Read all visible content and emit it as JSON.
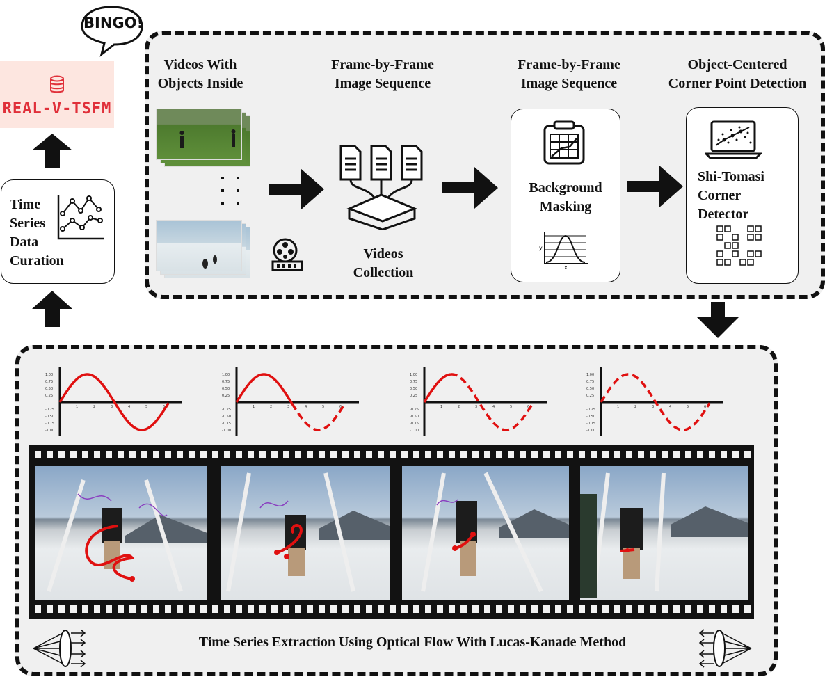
{
  "bingo": "BINGO!",
  "brand": {
    "label": "REAL-V-TSFM",
    "color": "#e0303a"
  },
  "curation": {
    "label_lines": [
      "Time",
      "Series",
      "Data",
      "Curation"
    ]
  },
  "pipeline": {
    "steps": [
      {
        "title_lines": [
          "Videos With",
          "Objects Inside"
        ]
      },
      {
        "title_lines": [
          "Frame-by-Frame",
          "Image Sequence"
        ],
        "caption_lines": [
          "Videos",
          "Collection"
        ]
      },
      {
        "title_lines": [
          "Frame-by-Frame",
          "Image Sequence"
        ],
        "box_lines": [
          "Background",
          "Masking"
        ]
      },
      {
        "title_lines": [
          "Object-Centered",
          "Corner Point Detection"
        ],
        "box_lines": [
          "Shi-Tomasi",
          "Corner",
          "Detector"
        ]
      }
    ],
    "ellipsis": ":  :"
  },
  "extraction": {
    "caption": "Time Series Extraction Using Optical Flow With Lucas-Kanade Method",
    "accent_color": "#e01010"
  },
  "chart_data": [
    {
      "type": "line",
      "x_ticks": [
        "1",
        "2",
        "3",
        "4",
        "5",
        "6"
      ],
      "y_ticks": [
        "1.00",
        "0.75",
        "0.50",
        "0.25",
        "-0.25",
        "-0.50",
        "-0.75",
        "-1.00"
      ],
      "series": [
        {
          "values_solid_until": 6.28
        }
      ]
    },
    {
      "type": "line",
      "x_ticks": [
        "1",
        "2",
        "3",
        "4",
        "5",
        "6"
      ],
      "y_ticks": [
        "1.00",
        "0.75",
        "0.50",
        "0.25",
        "-0.25",
        "-0.50",
        "-0.75",
        "-1.00"
      ],
      "series": [
        {
          "values_solid_until": 3.2
        }
      ]
    },
    {
      "type": "line",
      "x_ticks": [
        "1",
        "2",
        "3",
        "4",
        "5",
        "6"
      ],
      "y_ticks": [
        "1.00",
        "0.75",
        "0.50",
        "0.25",
        "-0.25",
        "-0.50",
        "-0.75",
        "-1.00"
      ],
      "series": [
        {
          "values_solid_until": 1.5
        }
      ]
    },
    {
      "type": "line",
      "x_ticks": [
        "1",
        "2",
        "3",
        "4",
        "5",
        "6"
      ],
      "y_ticks": [
        "1.00",
        "0.75",
        "0.50",
        "0.25",
        "-0.25",
        "-0.50",
        "-0.75",
        "-1.00"
      ],
      "series": [
        {
          "values_solid_until": 0
        }
      ]
    }
  ]
}
